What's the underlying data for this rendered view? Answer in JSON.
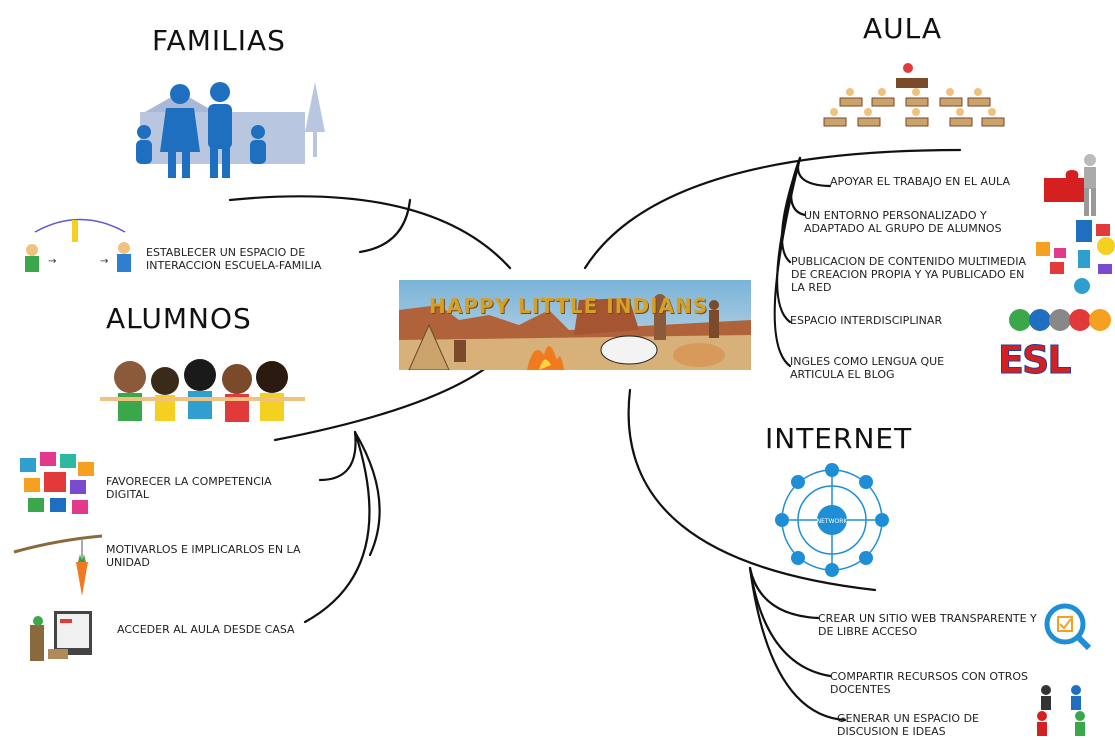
{
  "center": {
    "title": "HAPPY LITTLE INDIANS"
  },
  "familias": {
    "heading": "FAMILIAS",
    "items": [
      "ESTABLECER UN ESPACIO DE INTERACCION ESCUELA-FAMILIA"
    ]
  },
  "alumnos": {
    "heading": "ALUMNOS",
    "items": [
      "FAVORECER LA COMPETENCIA DIGITAL",
      "MOTIVARLOS E IMPLICARLOS EN LA UNIDAD",
      "ACCEDER AL AULA DESDE CASA"
    ]
  },
  "aula": {
    "heading": "AULA",
    "items": [
      "APOYAR EL TRABAJO EN EL AULA",
      "UN ENTORNO PERSONALIZADO Y ADAPTADO AL GRUPO DE ALUMNOS",
      "PUBLICACION DE CONTENIDO MULTIMEDIA DE CREACION PROPIA Y YA PUBLICADO EN LA RED",
      "ESPACIO INTERDISCIPLINAR",
      "INGLES COMO LENGUA QUE ARTICULA EL BLOG"
    ]
  },
  "internet": {
    "heading": "INTERNET",
    "network_label": "NETWORK",
    "items": [
      "CREAR UN SITIO WEB TRANSPARENTE Y DE LIBRE ACCESO",
      "COMPARTIR RECURSOS CON OTROS DOCENTES",
      "GENERAR UN ESPACIO DE DISCUSION E IDEAS"
    ]
  },
  "esl_logo": "ESL",
  "colors": {
    "family_blue": "#1f6fc0",
    "network_blue": "#1e8fd6",
    "line": "#111111"
  }
}
